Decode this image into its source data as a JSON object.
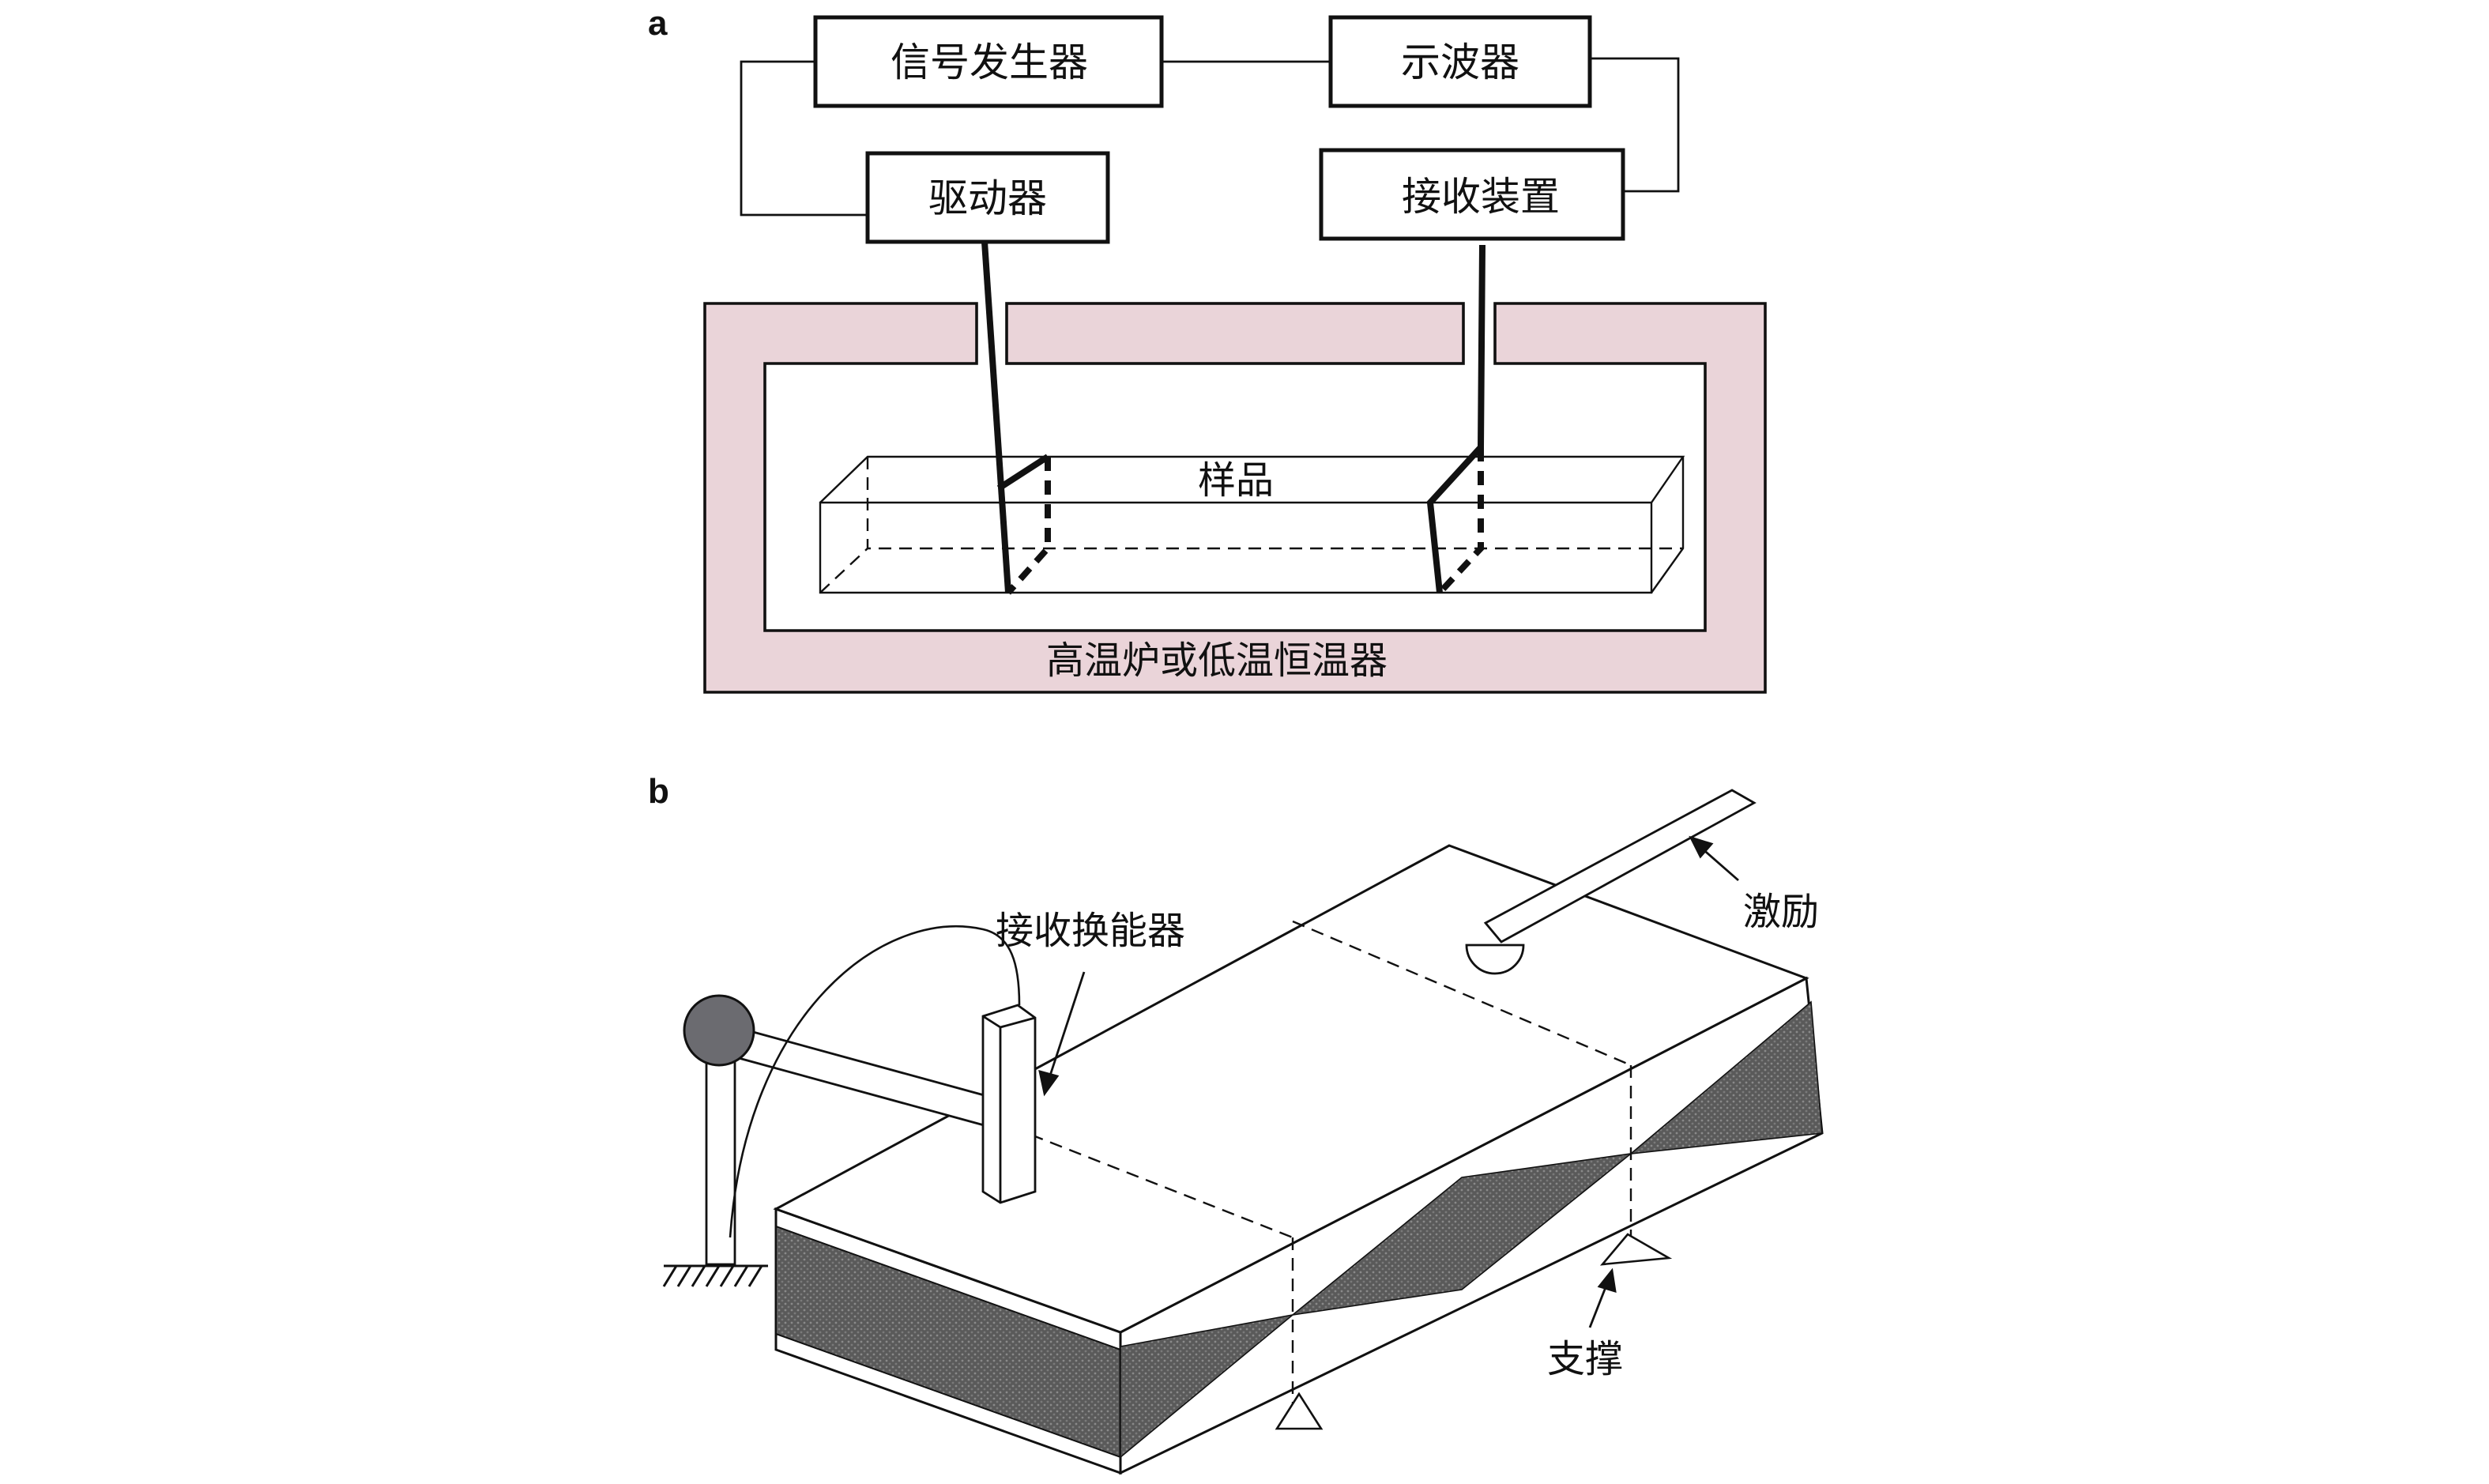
{
  "panel_a": {
    "label": "a",
    "signal_generator": "信号发生器",
    "oscilloscope": "示波器",
    "driver": "驱动器",
    "receiver": "接收装置",
    "sample": "样品",
    "furnace": "高温炉或低温恒温器"
  },
  "panel_b": {
    "label": "b",
    "receiving_transducer": "接收换能器",
    "excitation": "激励",
    "support": "支撑"
  },
  "colors": {
    "furnace_fill": "#ead4d9",
    "stroke": "#111111",
    "core_fill": "#555555",
    "pivot_fill": "#6b6b70"
  }
}
